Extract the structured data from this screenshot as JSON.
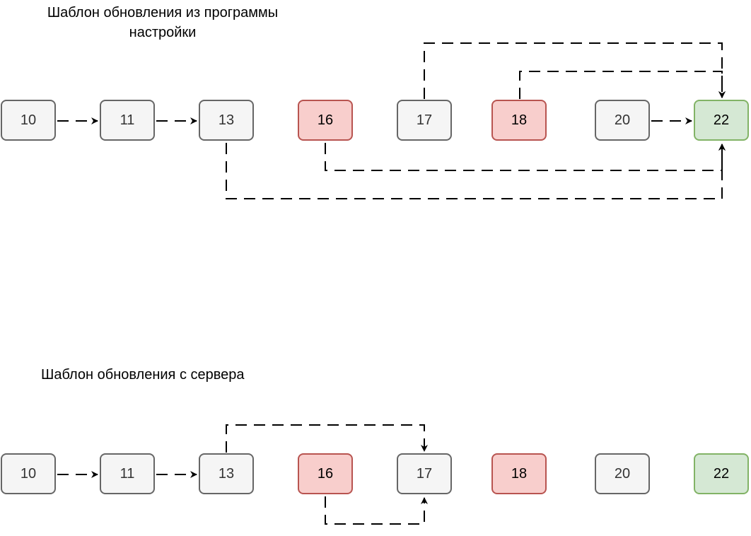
{
  "diagrams": [
    {
      "title": "Шаблон обновления из программы настройки",
      "nodes": [
        {
          "id": "10",
          "label": "10",
          "style": "gray"
        },
        {
          "id": "11",
          "label": "11",
          "style": "gray"
        },
        {
          "id": "13",
          "label": "13",
          "style": "gray"
        },
        {
          "id": "16",
          "label": "16",
          "style": "red"
        },
        {
          "id": "17",
          "label": "17",
          "style": "gray"
        },
        {
          "id": "18",
          "label": "18",
          "style": "red"
        },
        {
          "id": "20",
          "label": "20",
          "style": "gray"
        },
        {
          "id": "22",
          "label": "22",
          "style": "green"
        }
      ],
      "edges": [
        {
          "from": "10",
          "to": "11"
        },
        {
          "from": "11",
          "to": "13"
        },
        {
          "from": "20",
          "to": "22"
        },
        {
          "from": "17",
          "to": "22"
        },
        {
          "from": "18",
          "to": "22"
        },
        {
          "from": "16",
          "to": "22"
        },
        {
          "from": "13",
          "to": "22"
        }
      ]
    },
    {
      "title": "Шаблон обновления с сервера",
      "nodes": [
        {
          "id": "10",
          "label": "10",
          "style": "gray"
        },
        {
          "id": "11",
          "label": "11",
          "style": "gray"
        },
        {
          "id": "13",
          "label": "13",
          "style": "gray"
        },
        {
          "id": "16",
          "label": "16",
          "style": "red"
        },
        {
          "id": "17",
          "label": "17",
          "style": "gray"
        },
        {
          "id": "18",
          "label": "18",
          "style": "red"
        },
        {
          "id": "20",
          "label": "20",
          "style": "gray"
        },
        {
          "id": "22",
          "label": "22",
          "style": "green"
        }
      ],
      "edges": [
        {
          "from": "10",
          "to": "11"
        },
        {
          "from": "11",
          "to": "13"
        },
        {
          "from": "13",
          "to": "17"
        },
        {
          "from": "16",
          "to": "17"
        }
      ]
    }
  ],
  "colors": {
    "gray_fill": "#f5f5f5",
    "gray_stroke": "#666666",
    "red_fill": "#f8cecc",
    "red_stroke": "#b85450",
    "green_fill": "#d5e8d4",
    "green_stroke": "#82b366",
    "edge": "#000000"
  }
}
